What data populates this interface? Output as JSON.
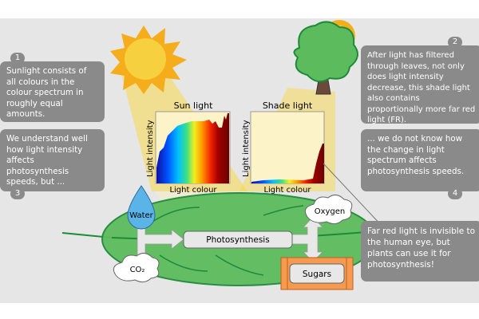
{
  "notes": [
    {
      "number": "1",
      "text": "Sunlight consists of all colours in the colour spectrum in roughly equal amounts."
    },
    {
      "number": "2",
      "text": "After light has filtered through leaves, not only does light intensity decrease, this shade light also contains proportionally more far red light (FR)."
    },
    {
      "number": "3",
      "text": "We understand well how light intensity affects photosynthesis speeds, but ..."
    },
    {
      "number": "4",
      "text": "... we do not know how the change in light spectrum affects photosynthesis speeds."
    }
  ],
  "far_red_note": "Far red light is invisible to the human eye, but plants can use it for photosynthesis!",
  "charts": {
    "sun": {
      "title": "Sun light",
      "ylabel": "Light intensity",
      "xlabel": "Light colour"
    },
    "shade": {
      "title": "Shade light",
      "ylabel": "Light intensity",
      "xlabel": "Light colour"
    }
  },
  "process": {
    "water": "Water",
    "co2": "CO₂",
    "photosynthesis": "Photosynthesis",
    "oxygen": "Oxygen",
    "sugars": "Sugars"
  },
  "colors": {
    "note_bg": "#8a8a8a",
    "leaf": "#5cbb5c",
    "sun": "#f5ad1b",
    "beam": "#f8d84a",
    "sugar": "#f59a4f"
  }
}
